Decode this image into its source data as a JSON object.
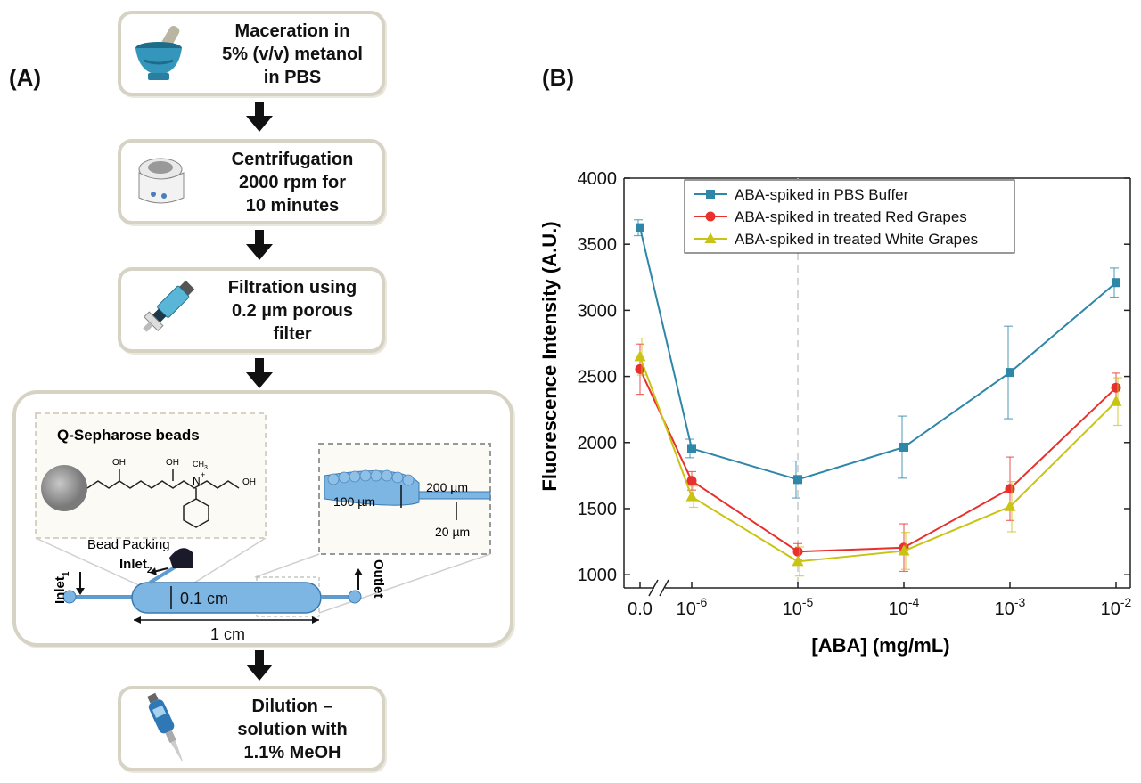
{
  "panel_a": {
    "label": "(A)",
    "steps": [
      {
        "lines": [
          "Maceration in",
          "5% (v/v) metanol",
          "in PBS"
        ],
        "icon": "mortar-pestle-icon"
      },
      {
        "lines": [
          "Centrifugation",
          "2000 rpm for",
          "10 minutes"
        ],
        "icon": "centrifuge-icon"
      },
      {
        "lines": [
          "Filtration using",
          "0.2 µm porous",
          "filter"
        ],
        "icon": "syringe-filter-icon"
      },
      {
        "lines": [
          "Dilution –",
          "solution with",
          "1.1% MeOH"
        ],
        "icon": "pipette-icon"
      }
    ],
    "device": {
      "beads_title": "Q-Sepharose beads",
      "bead_packing": "Bead Packing",
      "inlet2_main": "Inlet",
      "inlet2_sub": "2",
      "inlet1_main": "Inlet",
      "inlet1_sub": "1",
      "outlet": "Outlet",
      "channel_width": "0.1 cm",
      "channel_length": "1 cm",
      "zoom_height": "100 µm",
      "zoom_width1": "200 µm",
      "zoom_width2": "20 µm",
      "mol_labels": {
        "oh1": "OH",
        "oh2": "OH",
        "oh3": "OH",
        "n": "N",
        "plus": "+",
        "ch3": "CH",
        "ch3_sub": "3"
      }
    }
  },
  "panel_b": {
    "label": "(B)"
  },
  "chart_data": {
    "type": "line",
    "xlabel": "[ABA] (mg/mL)",
    "ylabel": "Fluorescence Intensity (A.U.)",
    "x_scale": "log with broken axis at 0",
    "categories": [
      "0.0",
      "10-6",
      "10-5",
      "10-4",
      "10-3",
      "10-2"
    ],
    "category_ticks": [
      {
        "base": "0.0",
        "exp": ""
      },
      {
        "base": "10",
        "exp": "-6"
      },
      {
        "base": "10",
        "exp": "-5"
      },
      {
        "base": "10",
        "exp": "-4"
      },
      {
        "base": "10",
        "exp": "-3"
      },
      {
        "base": "10",
        "exp": "-2"
      }
    ],
    "ylim": [
      900,
      4000
    ],
    "yticks": [
      1000,
      1500,
      2000,
      2500,
      3000,
      3500,
      4000
    ],
    "legend_position": "top",
    "reference_line_at": "10-5",
    "series": [
      {
        "name": "ABA-spiked in PBS Buffer",
        "color": "#2e86a8",
        "marker": "square",
        "values": [
          3625,
          1955,
          1720,
          1965,
          2530,
          3210
        ],
        "errors": [
          60,
          70,
          140,
          235,
          350,
          110
        ]
      },
      {
        "name": "ABA-spiked in treated Red Grapes",
        "color": "#e8302c",
        "marker": "circle",
        "values": [
          2555,
          1710,
          1175,
          1205,
          1650,
          2415
        ],
        "errors": [
          190,
          70,
          60,
          180,
          240,
          110
        ]
      },
      {
        "name": "ABA-spiked in treated White Grapes",
        "color": "#c9c414",
        "marker": "triangle",
        "values": [
          2650,
          1590,
          1100,
          1180,
          1515,
          2310
        ],
        "errors": [
          140,
          80,
          110,
          140,
          190,
          180
        ]
      }
    ]
  }
}
